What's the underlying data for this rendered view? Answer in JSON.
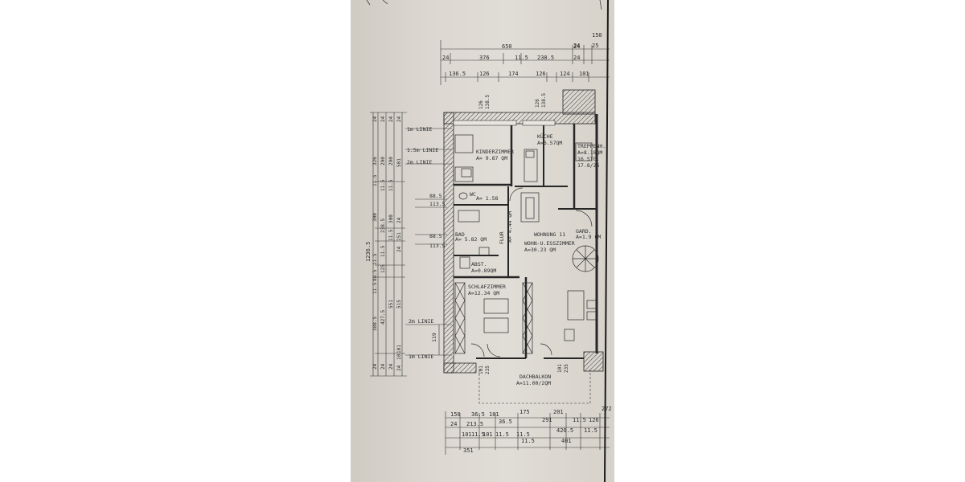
{
  "plan": {
    "top_dims": {
      "row1": [
        "650",
        "24",
        "150"
      ],
      "row2": [
        "24",
        "376",
        "11.5",
        "238.5",
        "24",
        "24",
        "25"
      ],
      "row3": [
        "136.5",
        "126",
        "174",
        "126",
        "124",
        "101"
      ],
      "window_heights": [
        "126",
        "138.5",
        "126",
        "138.5"
      ]
    },
    "left_levels": {
      "linie_1m_top": "1m LINIE",
      "linie_15m": "1.5m LINIE",
      "linie_2m_top": "2m LINIE",
      "linie_2m_bottom": "2m LINIE",
      "linie_1m_bottom": "1m LINIE",
      "dim_885_a": "88.5",
      "dim_1135_a": "113.5",
      "dim_885_b": "88.5",
      "dim_1135_b": "113.5",
      "dim_119": "119"
    },
    "left_dims": {
      "total": "1236.5",
      "c1": [
        "24",
        "326",
        "11.5",
        "300",
        "11.5",
        "88.5",
        "11.5",
        "388.5",
        "24"
      ],
      "c2": [
        "24",
        "290",
        "11.5",
        "238.5",
        "11.5",
        "125",
        "427.5",
        "24"
      ],
      "c3": [
        "24",
        "290",
        "11.5",
        "300",
        "11.5",
        "551",
        "24"
      ],
      "c4": [
        "24",
        "501",
        "24",
        "151",
        "24",
        "515",
        "101",
        "10",
        "24"
      ]
    },
    "rooms": {
      "kinder": {
        "name": "KINDERZIMMER",
        "area": "A= 9.87 QM"
      },
      "kueche": {
        "name": "KÜCHE",
        "area": "A=6.57QM"
      },
      "treppe": {
        "name": "TREPPENH.",
        "area": "A=8.18QM",
        "steps": "16 STG.",
        "ratio": "17.8/26"
      },
      "wc": {
        "name": "WC",
        "area": "A= 1.58"
      },
      "flur": {
        "name": "FLUR",
        "area": "A= 4.44 QM"
      },
      "wohnung": "WOHNUNG 11",
      "bad": {
        "name": "BAD",
        "area": "A= 5.82 QM"
      },
      "gard": {
        "name": "GARD.",
        "area": "A=1.9 QM"
      },
      "wohn": {
        "name": "WOHN-U.ESSZIMMER",
        "area": "A=30.23 QM"
      },
      "abst": {
        "name": "ABST.",
        "area": "A=0.89QM"
      },
      "schlaf": {
        "name": "SCHLAFZIMMER",
        "area": "A=12.34 QM"
      },
      "balkon": {
        "name": "DACHBALKON",
        "area": "A=11.00/2QM"
      },
      "door_dims": [
        "101",
        "235",
        "101",
        "235"
      ]
    },
    "bottom_dims": {
      "row1": [
        "150",
        "36.5",
        "101",
        "175",
        "201",
        "272"
      ],
      "row2": [
        "24",
        "213.5",
        "36.5",
        "291",
        "11.5",
        "126"
      ],
      "row3": [
        "101",
        "11.5",
        "101",
        "11.5",
        "11.5",
        "426.5",
        "11.5"
      ],
      "row4": [
        "351",
        "11.5",
        "401"
      ]
    }
  }
}
